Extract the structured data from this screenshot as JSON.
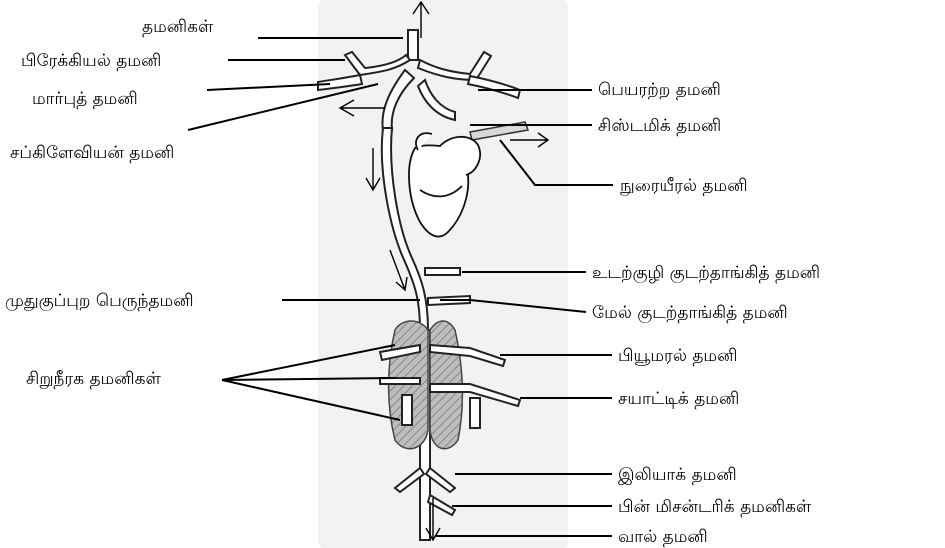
{
  "labels_left": {
    "arteries": "தமனிகள்",
    "brachial": "பிரேக்கியல் தமனி",
    "mammary": "மார்புத் தமனி",
    "subclavian": "சப்கிளேவியன் தமனி",
    "dorsal_aorta": "முதுகுப்புற பெருந்தமனி",
    "renal": "சிறுநீரக தமனிகள்"
  },
  "labels_right": {
    "carotid": "பெயரற்ற தமனி",
    "systemic": "சிஸ்டமிக் தமனி",
    "pulmonary": "நுரையீரல் தமனி",
    "coeliac": "உடற்குழி குடற்தாங்கித் தமனி",
    "anterior_mesenteric": "மேல் குடற்தாங்கித் தமனி",
    "femoral": "பியூமரல் தமனி",
    "sciatic": "சயாட்டிக் தமனி",
    "iliac": "இலியாக் தமனி",
    "posterior_mesenteric": "பின் மிசன்டரிக் தமனிகள்",
    "caudal": "வால் தமனி"
  }
}
